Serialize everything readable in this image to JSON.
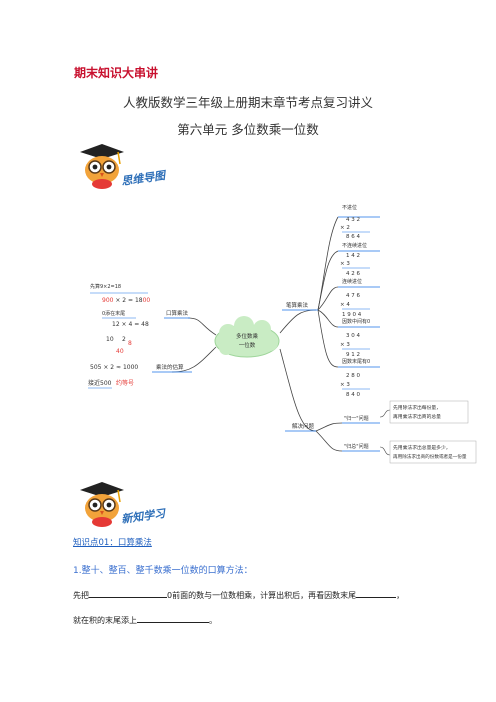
{
  "header": {
    "top_title": "期末知识大串讲",
    "subtitle1": "人教版数学三年级上册期末章节考点复习讲义",
    "subtitle2": "第六单元  多位数乘一位数"
  },
  "badges": {
    "mindmap": "思维导图",
    "newlearn": "新知学习"
  },
  "mindmap": {
    "center": [
      "多位数乘",
      "一位数"
    ],
    "left": {
      "oral": "口算乘法",
      "estimate": "乘法的估算",
      "oral_steps": {
        "first": "先算9×2=18",
        "mul": "900 × 2 = 1800",
        "zero_note": "0添在末尾",
        "ex2": "12 × 4 = 48",
        "ex3_a": "10",
        "ex3_b": "2",
        "ex3_c": "8",
        "ex3_result": "40"
      },
      "estimate_steps": {
        "ex": "505 × 2 ≈ 1000",
        "near": "接近500",
        "approx": "约等号"
      }
    },
    "right": {
      "written": "笔算乘法",
      "solve": "解决问题",
      "cases": [
        {
          "label": "不进位",
          "top": "4 3 2",
          "mul": "×      2",
          "res": "8 6 4"
        },
        {
          "label": "不连续进位",
          "top": "1 4 2",
          "mul": "×      3",
          "res": "4 2 6"
        },
        {
          "label": "连续进位",
          "top": "4 7 6",
          "mul": "×      4",
          "res": "1 9 0 4"
        },
        {
          "label": "因数中间有0",
          "top": "3 0 4",
          "mul": "×      3",
          "res": "9 1 2"
        },
        {
          "label": "因数末尾有0",
          "top": "2 8 0",
          "mul": "×      3",
          "res": "8 4 0"
        }
      ],
      "problems": [
        {
          "name": "\"归一\"问题",
          "line1": "先用除法求出每份量，",
          "line2": "再用乘法求出商的总量"
        },
        {
          "name": "\"归总\"问题",
          "line1": "先用乘法求出总量是多少，",
          "line2": "再用除法求出商的份数或者是一份量"
        }
      ]
    }
  },
  "content": {
    "knowledge_point": "知识点01：口算乘法",
    "section_title": "1.整十、整百、整千数乘一位数的口算方法：",
    "line1_a": "先把",
    "line1_b": "0前面的数与一位数相乘，计算出积后，再看因数末尾",
    "line1_c": "，",
    "line2_a": "就在积的末尾添上",
    "line2_b": "。"
  }
}
